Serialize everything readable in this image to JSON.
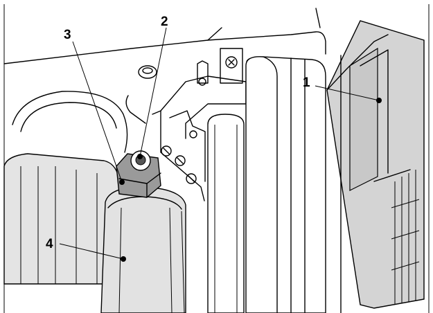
{
  "figure": {
    "callouts": [
      {
        "label": "1"
      },
      {
        "label": "2"
      },
      {
        "label": "3"
      },
      {
        "label": "4"
      }
    ],
    "colors": {
      "line": "#000000",
      "background": "#ffffff",
      "panel_gray": "#d4d4d4",
      "roller_light": "#e4e4e4",
      "roller_dark": "#9a9a9a"
    }
  }
}
